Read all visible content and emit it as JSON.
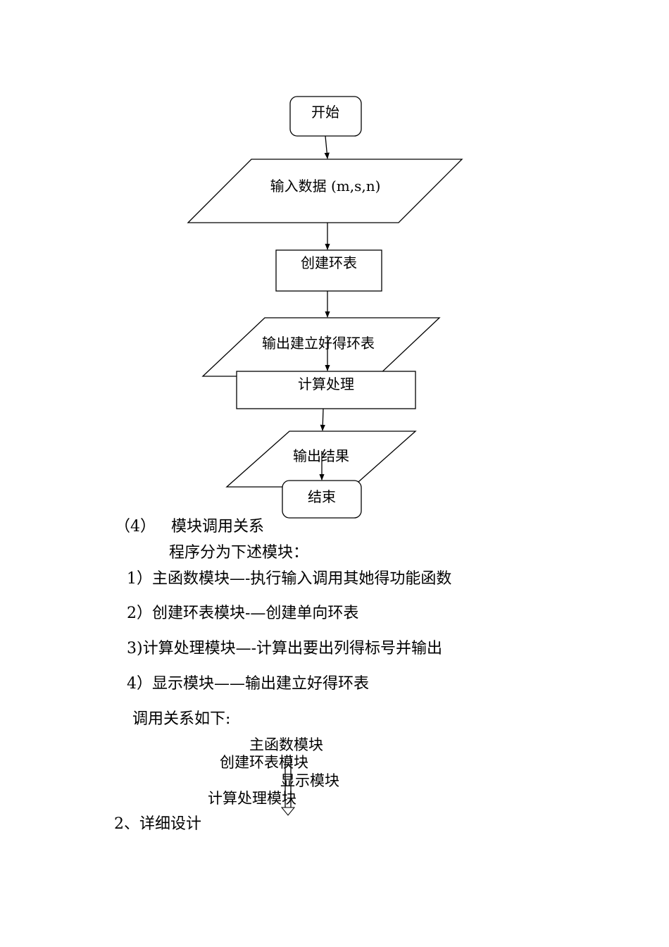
{
  "flowchart": {
    "start": "开始",
    "input": "输入数据 (m,s,n)",
    "create": "创建环表",
    "output_table": "输出建立好得环表",
    "compute": "计算处理",
    "output_result": "输出结果",
    "end": "结束"
  },
  "section4": {
    "heading_number": "（4）",
    "heading_title": "模块调用关系",
    "intro": "程序分为下述模块：",
    "items": [
      "1）主函数模块—-执行输入调用其她得功能函数",
      "2）创建环表模块-—创建单向环表",
      "3)计算处理模块—-计算出要出列得标号并输出",
      "4）显示模块——输出建立好得环表"
    ],
    "call_intro": "调用关系如下:"
  },
  "call_diagram": {
    "main": "主函数模块",
    "create": "创建环表模块",
    "display": "显示模块",
    "compute": "计算处理模块"
  },
  "section2": {
    "heading": "2、详细设计"
  }
}
